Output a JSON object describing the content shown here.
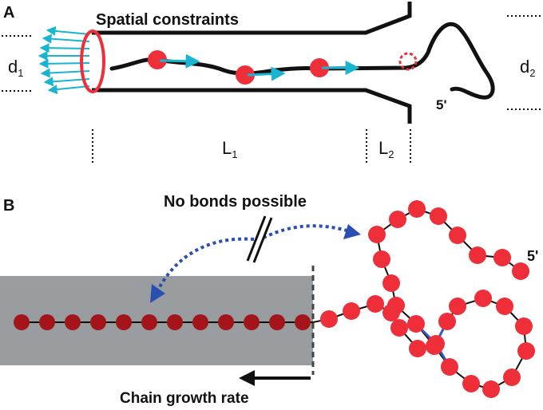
{
  "panel_a": {
    "letter": "A",
    "title": "Spatial constraints",
    "d1": {
      "main": "d",
      "sub": "1"
    },
    "d2": {
      "main": "d",
      "sub": "2"
    },
    "l1": {
      "main": "L",
      "sub": "1"
    },
    "l2": {
      "main": "L",
      "sub": "2"
    },
    "end_label": "5'"
  },
  "panel_b": {
    "letter": "B",
    "no_bonds_label": "No bonds possible",
    "end_label": "5'",
    "growth_label": "Chain growth rate"
  },
  "colors": {
    "bead_red": "#ee2f3a",
    "bead_dark_red": "#a3141b",
    "arrow_cyan": "#19b4cf",
    "arrow_blue": "#2b4fb0",
    "ribosome_gray": "#9a9da0",
    "line_black": "#111111"
  }
}
